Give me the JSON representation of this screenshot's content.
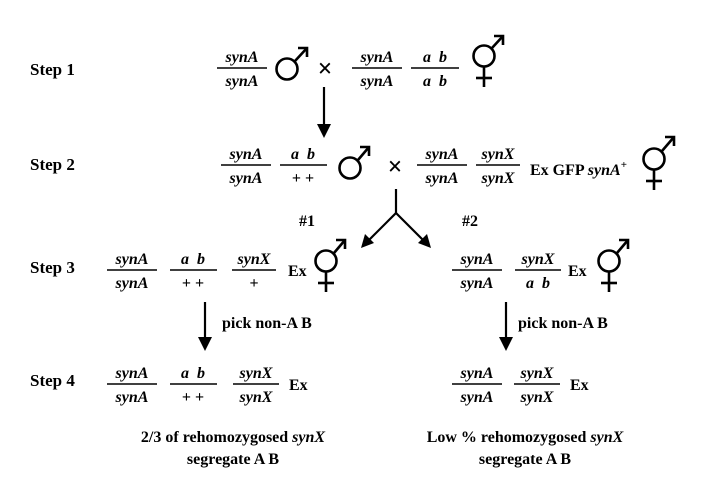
{
  "steps": [
    "Step 1",
    "Step 2",
    "Step 3",
    "Step 4"
  ],
  "cross_symbol": "×",
  "plus": "+",
  "plus2": "+ +",
  "g": {
    "synA": "synA",
    "synX": "synX",
    "ab": "a  b"
  },
  "ex": "Ex",
  "ex_gfp": "Ex GFP ",
  "synA_plus": "synA",
  "sup_plus": "+",
  "route1": "#1",
  "route2": "#2",
  "pick": "pick non-A B",
  "caption1": {
    "pre": "2/3 of rehomozygosed ",
    "gene": "synX",
    "line2": "segregate A B"
  },
  "caption2": {
    "pre": "Low % rehomozygosed ",
    "gene": "synX",
    "line2": "segregate A B"
  }
}
